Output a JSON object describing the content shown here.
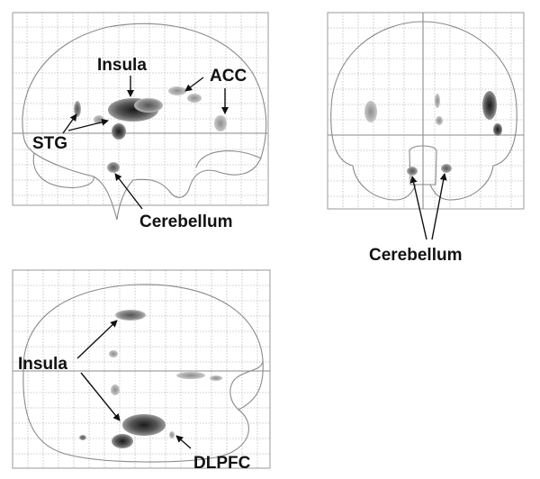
{
  "figure": {
    "sagittal": {
      "labels": {
        "insula": "Insula",
        "acc": "ACC",
        "stg": "STG",
        "cerebellum": "Cerebellum"
      }
    },
    "coronal": {
      "labels": {
        "cerebellum": "Cerebellum"
      }
    },
    "axial": {
      "labels": {
        "insula": "Insula",
        "dlpfc": "DLPFC"
      }
    }
  }
}
